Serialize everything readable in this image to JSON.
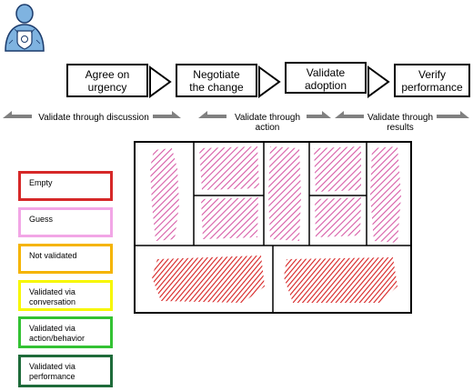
{
  "colors": {
    "empty": "#d62828",
    "guess": "#f2a6e6",
    "not_validated": "#f5b400",
    "validated_conversation": "#f7f700",
    "validated_action": "#33c233",
    "validated_performance": "#1e6b3a",
    "hatch_pink": "#d65aa6",
    "hatch_red": "#d62020",
    "arrow_gray": "#808080"
  },
  "icon": {
    "name": "user-badge-icon"
  },
  "stages": [
    {
      "label": "Agree on\nurgency"
    },
    {
      "label": "Negotiate\nthe change"
    },
    {
      "label": "Validate\nadoption"
    },
    {
      "label": "Verify\nperformance"
    }
  ],
  "validation_labels": {
    "discussion": "Validate through discussion",
    "action": "Validate through\naction",
    "results": "Validate through\nresults"
  },
  "legend": [
    {
      "label": "Empty",
      "color_key": "empty"
    },
    {
      "label": "Guess",
      "color_key": "guess"
    },
    {
      "label": "Not validated",
      "color_key": "not_validated"
    },
    {
      "label": "Validated via\nconversation",
      "color_key": "validated_conversation"
    },
    {
      "label": "Validated via\naction/behavior",
      "color_key": "validated_action"
    },
    {
      "label": "Validated via\nperformance",
      "color_key": "validated_performance"
    }
  ]
}
